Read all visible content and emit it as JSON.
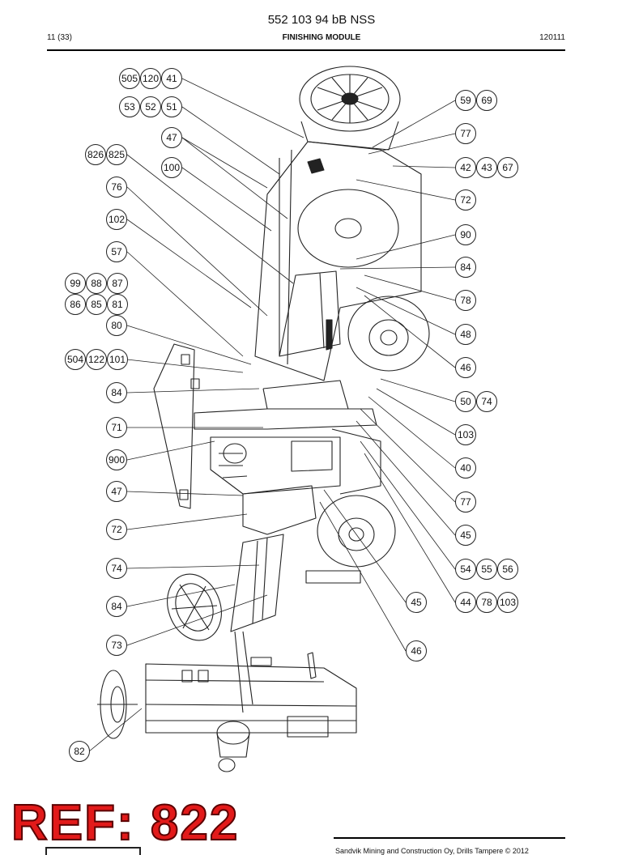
{
  "header": {
    "doc_number": "552 103 94 bB NSS",
    "page": "11 (33)",
    "section": "FINISHING MODULE",
    "date": "120111"
  },
  "reference_label": "REF: 822",
  "footer": {
    "copyright": "Sandvik Mining and Construction Oy, Drills Tampere © 2012"
  },
  "callouts": [
    "505",
    "120",
    "41",
    "53",
    "52",
    "51",
    "47",
    "826",
    "825",
    "100",
    "76",
    "102",
    "57",
    "99",
    "88",
    "87",
    "86",
    "85",
    "81",
    "80",
    "504",
    "122",
    "101",
    "84",
    "71",
    "900",
    "47",
    "72",
    "74",
    "84",
    "73",
    "82",
    "59",
    "69",
    "77",
    "42",
    "43",
    "67",
    "72",
    "90",
    "84",
    "78",
    "48",
    "46",
    "50",
    "74",
    "103",
    "40",
    "77",
    "45",
    "54",
    "55",
    "56",
    "45",
    "44",
    "78",
    "103",
    "46"
  ]
}
